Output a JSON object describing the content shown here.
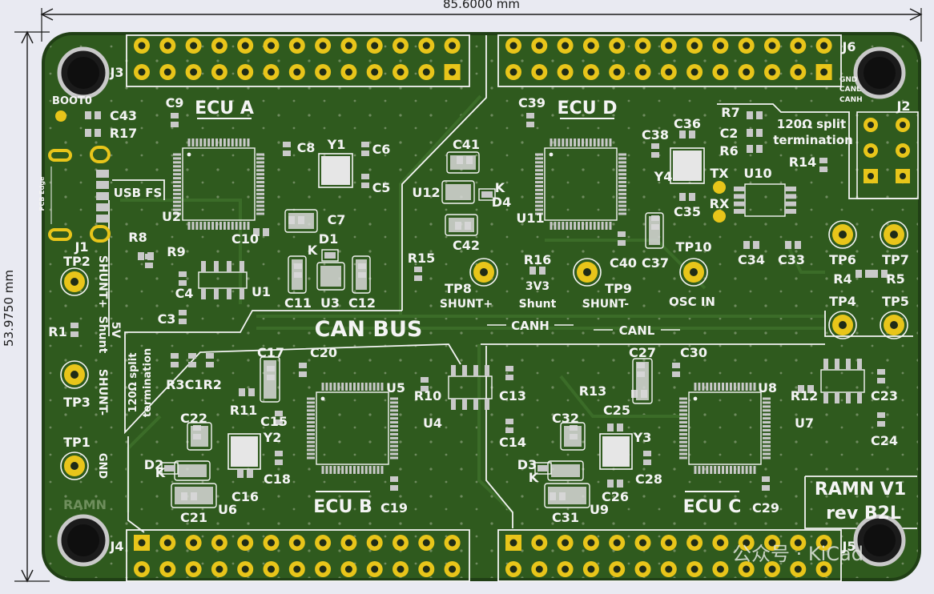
{
  "colors": {
    "board": "#2f5a1e",
    "board_edge": "#203f15",
    "copper": "#3b6c28",
    "silk": "#f4f4f4",
    "pad_gold": "#e8c51a",
    "pad_silver": "#c9c9c9",
    "background": "#e9eaf2",
    "dimension": "#1a1a1a"
  },
  "dimensions": {
    "width": "85.6000  mm",
    "height": "53.9750  mm"
  },
  "sections": {
    "ecu_a": "ECU A",
    "ecu_b": "ECU B",
    "ecu_c": "ECU C",
    "ecu_d": "ECU D",
    "can_bus": "CAN BUS",
    "canh": "CANH",
    "canl": "CANL",
    "osc_in": "OSC IN",
    "usb_fs": "USB FS",
    "pcb_edge": "PCB Edge",
    "boot": "BOOT0",
    "split_term_top": "120Ω  split",
    "split_term_top2": "termination",
    "split_term_left": "120Ω split",
    "split_term_left2": "termination",
    "shunt_plus_v": "SHUNT+",
    "shunt_minus_v": "SHUNT-",
    "shunt_5v": "5V",
    "shunt_word": "Shunt",
    "gnd_v": "GND",
    "tp8_sub": "SHUNT+",
    "tp9_sub": "SHUNT-",
    "v3_3": "3V3",
    "v3_shunt": "Shunt",
    "j2_gnd": "GND",
    "j2_canl": "CANL",
    "j2_canh": "CANH",
    "ramn": "RAMN",
    "ramn_title": "RAMN  V1",
    "ramn_rev": "rev  B2L",
    "watermark": "公众号 · KiCad"
  },
  "designators": {
    "J1": "J1",
    "J2": "J2",
    "J3": "J3",
    "J4": "J4",
    "J5": "J5",
    "J6": "J6",
    "TP1": "TP1",
    "TP2": "TP2",
    "TP3": "TP3",
    "TP4": "TP4",
    "TP5": "TP5",
    "TP6": "TP6",
    "TP7": "TP7",
    "TP8": "TP8",
    "TP9": "TP9",
    "TP10": "TP10",
    "TX": "TX",
    "RX": "RX",
    "U1": "U1",
    "U2": "U2",
    "U3": "U3",
    "U4": "U4",
    "U5": "U5",
    "U6": "U6",
    "U7": "U7",
    "U8": "U8",
    "U9": "U9",
    "U10": "U10",
    "U11": "U11",
    "U12": "U12",
    "Y1": "Y1",
    "Y2": "Y2",
    "Y3": "Y3",
    "Y4": "Y4",
    "D1": "D1",
    "D2": "D2",
    "D3": "D3",
    "D4": "D4",
    "R1": "R1",
    "R2": "R2",
    "R3": "R3",
    "R4": "R4",
    "R5": "R5",
    "R6": "R6",
    "R7": "R7",
    "R8": "R8",
    "R9": "R9",
    "R10": "R10",
    "R11": "R11",
    "R12": "R12",
    "R13": "R13",
    "R14": "R14",
    "R15": "R15",
    "R16": "R16",
    "R17": "R17",
    "C1": "C1",
    "C2": "C2",
    "C3": "C3",
    "C4": "C4",
    "C5": "C5",
    "C6": "C6",
    "C7": "C7",
    "C8": "C8",
    "C9": "C9",
    "C10": "C10",
    "C11": "C11",
    "C12": "C12",
    "C13": "C13",
    "C14": "C14",
    "C15": "C15",
    "C16": "C16",
    "C17": "C17",
    "C18": "C18",
    "C19": "C19",
    "C20": "C20",
    "C21": "C21",
    "C22": "C22",
    "C23": "C23",
    "C24": "C24",
    "C25": "C25",
    "C26": "C26",
    "C27": "C27",
    "C28": "C28",
    "C29": "C29",
    "C30": "C30",
    "C31": "C31",
    "C32": "C32",
    "C33": "C33",
    "C34": "C34",
    "C35": "C35",
    "C36": "C36",
    "C37": "C37",
    "C38": "C38",
    "C39": "C39",
    "C40": "C40",
    "C41": "C41",
    "C42": "C42",
    "C43": "C43",
    "K": "K",
    "R3C1R2": "R3C1R2"
  }
}
